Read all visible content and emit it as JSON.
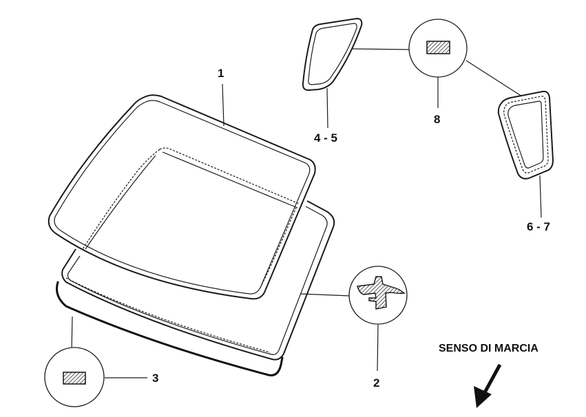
{
  "parts": {
    "windshield": "1",
    "molding": "2",
    "seal": "3",
    "quarter_glass_a": "4 - 5",
    "quarter_glass_b": "6 - 7",
    "quarter_seal": "8"
  },
  "direction_label": "SENSO DI MARCIA",
  "icons": {
    "direction_arrow": "arrow-down-left-icon",
    "hatch_section": "hatched-section-icon",
    "profile_section": "profile-section-icon"
  }
}
